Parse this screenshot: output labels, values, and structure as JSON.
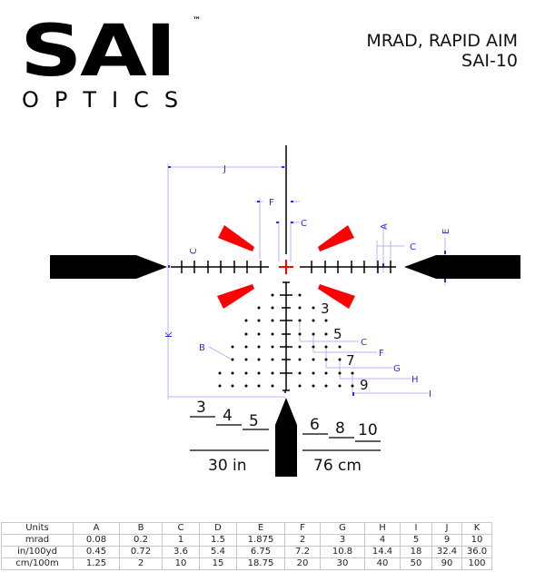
{
  "brand": {
    "name": "SAI",
    "trademark": "™",
    "subtitle": "OPTICS"
  },
  "header": {
    "title_line1": "MRAD, RAPID AIM",
    "title_line2": "SAI-10"
  },
  "colors": {
    "reticle": "#000000",
    "illuminated": "#ff0000",
    "dimension": "#2a2ae8",
    "dimension_light": "#b4b4f5"
  },
  "reticle": {
    "dimension_labels": {
      "A": "A",
      "B": "B",
      "C": "C",
      "E": "E",
      "F": "F",
      "G": "G",
      "H": "H",
      "I": "I",
      "J": "J",
      "K": "K"
    },
    "holdover_numbers": [
      "3",
      "5",
      "7",
      "9"
    ],
    "range_left": {
      "numbers": [
        "3",
        "4",
        "5"
      ],
      "label": "30 in"
    },
    "range_right": {
      "numbers": [
        "6",
        "8",
        "10"
      ],
      "label": "76 cm"
    }
  },
  "specs_table": {
    "headers": [
      "Units",
      "A",
      "B",
      "C",
      "D",
      "E",
      "F",
      "G",
      "H",
      "I",
      "J",
      "K"
    ],
    "rows": [
      [
        "mrad",
        "0.08",
        "0.2",
        "1",
        "1.5",
        "1.875",
        "2",
        "3",
        "4",
        "5",
        "9",
        "10"
      ],
      [
        "in/100yd",
        "0.45",
        "0.72",
        "3.6",
        "5.4",
        "6.75",
        "7.2",
        "10.8",
        "14.4",
        "18",
        "32.4",
        "36.0"
      ],
      [
        "cm/100m",
        "1.25",
        "2",
        "10",
        "15",
        "18.75",
        "20",
        "30",
        "40",
        "50",
        "90",
        "100"
      ]
    ]
  }
}
